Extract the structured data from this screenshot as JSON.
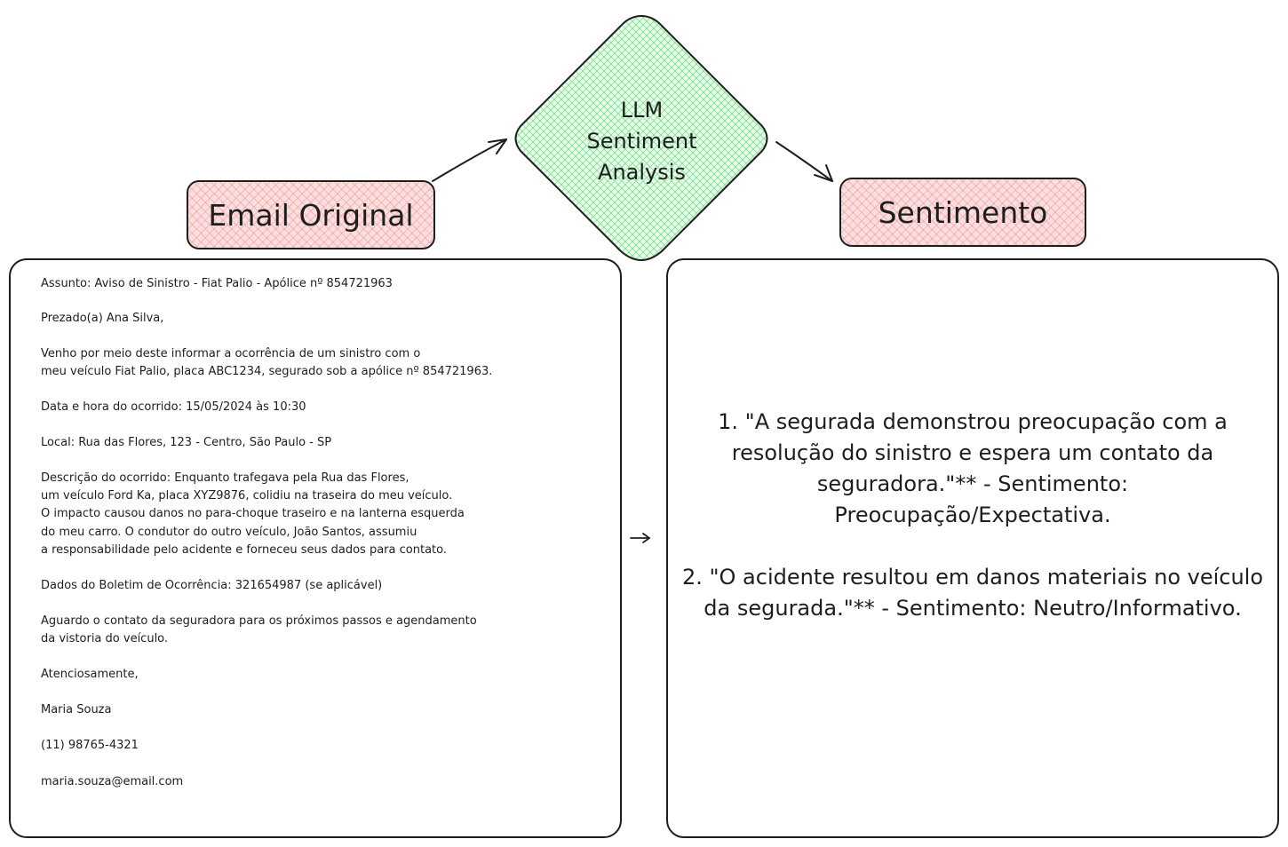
{
  "diagram": {
    "decision": {
      "lines": [
        "LLM",
        "Sentiment",
        "Analysis"
      ],
      "fill": "#b2f2bb"
    },
    "email_label": "Email Original",
    "sentiment_label": "Sentimento",
    "label_fill": "#ffc9c9",
    "stroke": "#1e1e1e"
  },
  "email": {
    "lines": [
      "Assunto: Aviso de Sinistro - Fiat Palio - Apólice nº 854721963",
      "Prezado(a) Ana Silva,",
      "Venho por meio deste informar a ocorrência de um sinistro com o",
      "meu veículo Fiat Palio, placa ABC1234, segurado sob a apólice nº 854721963.",
      "Data e hora do ocorrido: 15/05/2024 às 10:30",
      "Local: Rua das Flores, 123 - Centro, São Paulo - SP",
      "Descrição do ocorrido: Enquanto trafegava pela Rua das Flores,",
      "um veículo Ford Ka, placa XYZ9876, colidiu na traseira do meu veículo.",
      "O impacto causou danos no para-choque traseiro e na lanterna esquerda",
      "do meu carro. O condutor do outro veículo, João Santos, assumiu",
      "a responsabilidade pelo acidente e forneceu seus dados para contato.",
      "Dados do Boletim de Ocorrência: 321654987 (se aplicável)",
      "Aguardo o contato da seguradora para os próximos passos e agendamento",
      "da vistoria do veículo.",
      "Atenciosamente,",
      "Maria Souza",
      "(11) 98765-4321",
      "maria.souza@email.com"
    ]
  },
  "sentiment": {
    "items": [
      "1. \"A segurada demonstrou preocupação com a resolução do sinistro e espera um contato da seguradora.\"** - Sentimento: Preocupação/Expectativa.",
      "2. \"O acidente resultou em danos materiais no veículo da segurada.\"** - Sentimento: Neutro/Informativo."
    ]
  }
}
